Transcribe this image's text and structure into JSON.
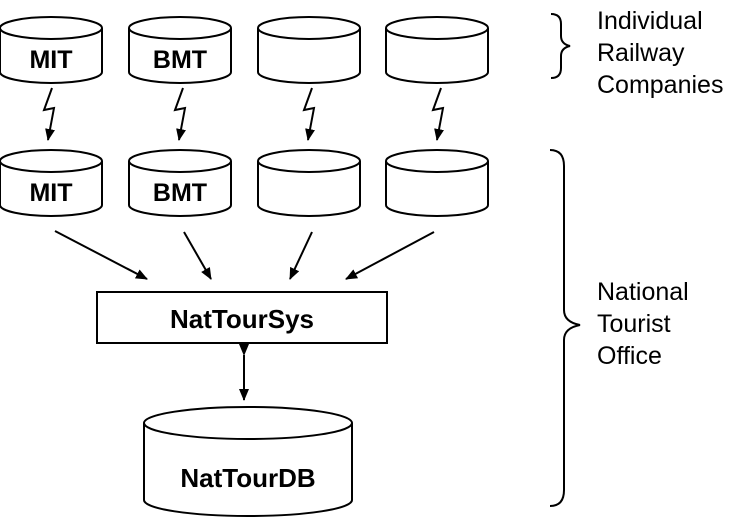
{
  "railway_databases": [
    {
      "label": "MIT"
    },
    {
      "label": "BMT"
    },
    {
      "label": ""
    },
    {
      "label": ""
    }
  ],
  "office_copies": [
    {
      "label": "MIT"
    },
    {
      "label": "BMT"
    },
    {
      "label": ""
    },
    {
      "label": ""
    }
  ],
  "system": {
    "label": "NatTourSys"
  },
  "central_db": {
    "label": "NatTourDB"
  },
  "groups": {
    "railway_companies": [
      "Individual",
      "Railway",
      "Companies"
    ],
    "tourist_office": [
      "National",
      "Tourist",
      "Office"
    ]
  }
}
